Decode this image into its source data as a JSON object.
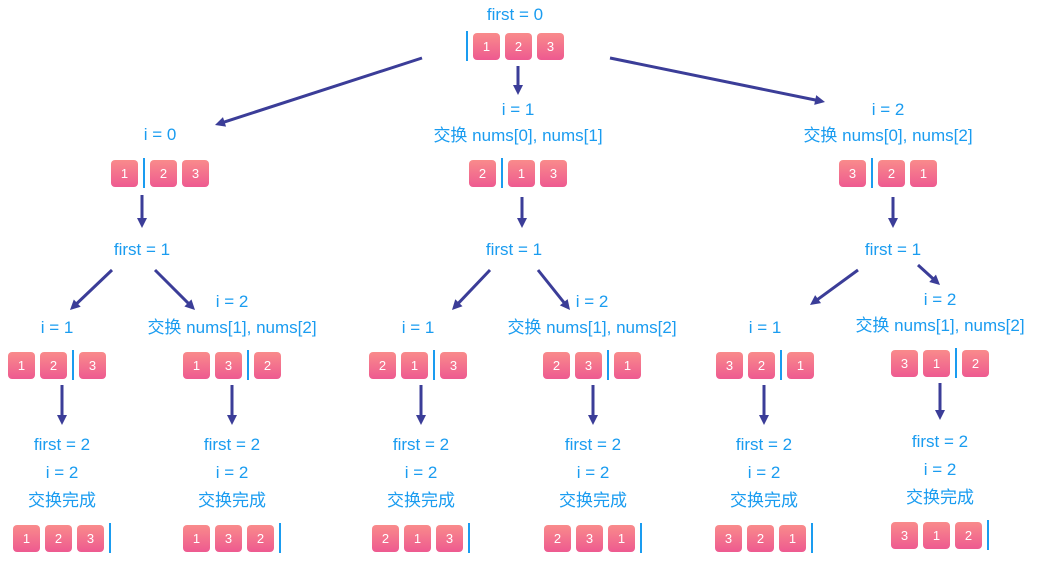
{
  "diagram": {
    "colors": {
      "text": "#1a9cf0",
      "arrow": "#3b3d98",
      "cell": "#f2708e",
      "divider": "#1a9cf0"
    },
    "nodes": [
      {
        "id": "root",
        "labels": [
          "first = 0"
        ],
        "cells": [
          1,
          2,
          3
        ],
        "divider": 0
      },
      {
        "id": "l1a",
        "labels": [
          "i = 0"
        ],
        "cells": [
          1,
          2,
          3
        ],
        "divider": 1
      },
      {
        "id": "l1b",
        "labels": [
          "i = 1",
          "交换 nums[0], nums[1]"
        ],
        "cells": [
          2,
          1,
          3
        ],
        "divider": 1
      },
      {
        "id": "l1c",
        "labels": [
          "i = 2",
          "交换 nums[0], nums[2]"
        ],
        "cells": [
          3,
          2,
          1
        ],
        "divider": 1
      },
      {
        "id": "f1a",
        "labels": [
          "first = 1"
        ]
      },
      {
        "id": "f1b",
        "labels": [
          "first = 1"
        ]
      },
      {
        "id": "f1c",
        "labels": [
          "first = 1"
        ]
      },
      {
        "id": "a1",
        "labels": [
          "i = 1"
        ],
        "cells": [
          1,
          2,
          3
        ],
        "divider": 2
      },
      {
        "id": "a2",
        "labels": [
          "i = 2",
          "交换 nums[1], nums[2]"
        ],
        "cells": [
          1,
          3,
          2
        ],
        "divider": 2
      },
      {
        "id": "b1",
        "labels": [
          "i = 1"
        ],
        "cells": [
          2,
          1,
          3
        ],
        "divider": 2
      },
      {
        "id": "b2",
        "labels": [
          "i = 2",
          "交换 nums[1], nums[2]"
        ],
        "cells": [
          2,
          3,
          1
        ],
        "divider": 2
      },
      {
        "id": "c1",
        "labels": [
          "i = 1"
        ],
        "cells": [
          3,
          2,
          1
        ],
        "divider": 2
      },
      {
        "id": "c2",
        "labels": [
          "i = 2",
          "交换 nums[1], nums[2]"
        ],
        "cells": [
          3,
          1,
          2
        ],
        "divider": 2
      },
      {
        "id": "a1d",
        "labels": [
          "first = 2",
          "i = 2",
          "交换完成"
        ],
        "cells": [
          1,
          2,
          3
        ],
        "divider": 3
      },
      {
        "id": "a2d",
        "labels": [
          "first = 2",
          "i = 2",
          "交换完成"
        ],
        "cells": [
          1,
          3,
          2
        ],
        "divider": 3
      },
      {
        "id": "b1d",
        "labels": [
          "first = 2",
          "i = 2",
          "交换完成"
        ],
        "cells": [
          2,
          1,
          3
        ],
        "divider": 3
      },
      {
        "id": "b2d",
        "labels": [
          "first = 2",
          "i = 2",
          "交换完成"
        ],
        "cells": [
          2,
          3,
          1
        ],
        "divider": 3
      },
      {
        "id": "c1d",
        "labels": [
          "first = 2",
          "i = 2",
          "交换完成"
        ],
        "cells": [
          3,
          2,
          1
        ],
        "divider": 3
      },
      {
        "id": "c2d",
        "labels": [
          "first = 2",
          "i = 2",
          "交换完成"
        ],
        "cells": [
          3,
          1,
          2
        ],
        "divider": 3
      }
    ]
  }
}
